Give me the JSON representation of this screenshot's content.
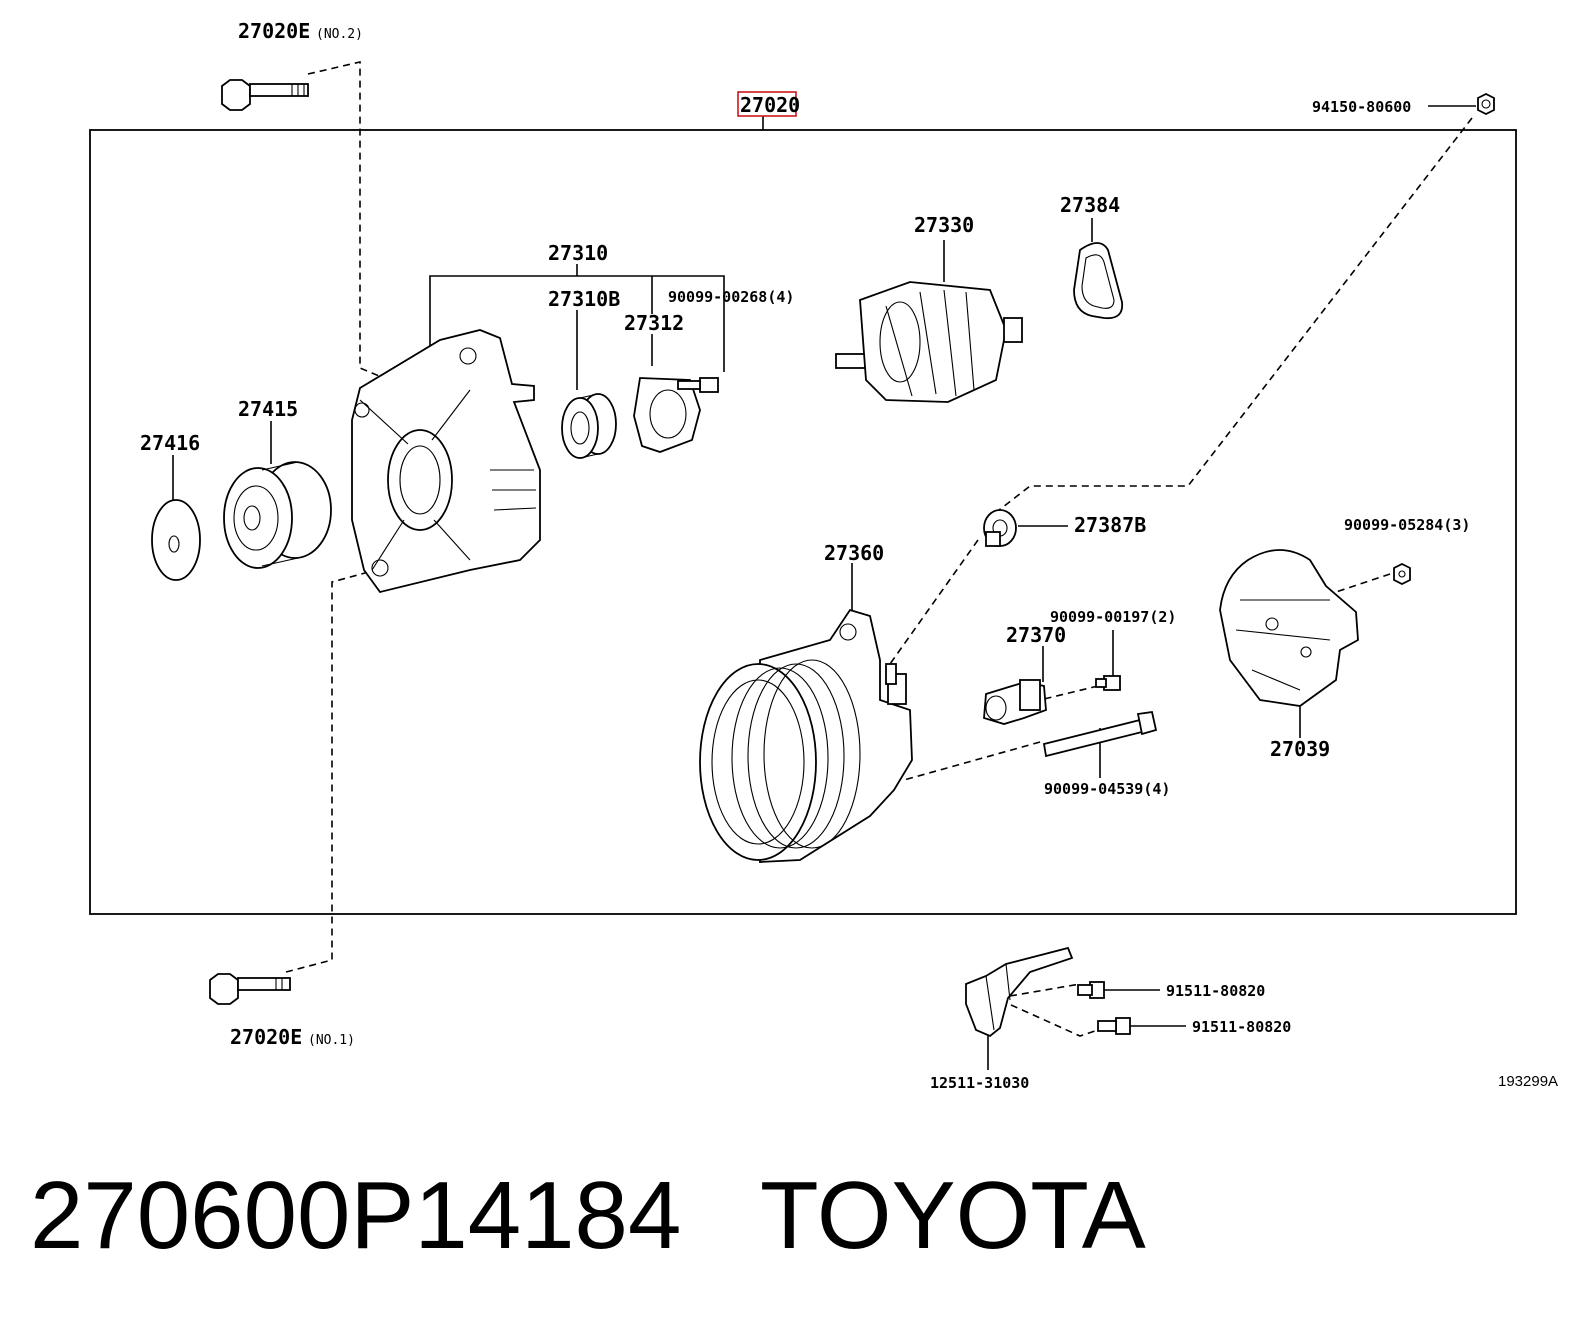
{
  "labels": {
    "assembly": "27020",
    "bolt_no2": "27020E",
    "bolt_no2_suffix": "(NO.2)",
    "bolt_no1": "27020E",
    "bolt_no1_suffix": "(NO.1)",
    "nut_top": "94150-80600",
    "frame_drive": "27310",
    "frame_drive_sub": "27310B",
    "retainer": "27312",
    "screw_retainer": "90099-00268(4)",
    "rotor": "27330",
    "insulator": "27384",
    "pulley": "27415",
    "cap": "27416",
    "terminal": "27387B",
    "frame_rear": "27360",
    "nut_cover": "90099-05284(3)",
    "screw_reg": "90099-00197(2)",
    "regulator": "27370",
    "rear_cover": "27039",
    "through_bolt": "90099-04539(4)",
    "bracket_bolt_1": "91511-80820",
    "bracket_bolt_2": "91511-80820",
    "bracket": "12511-31030",
    "diagram_ref": "193299A"
  },
  "footer": {
    "part_number": "270600P14184",
    "brand": "TOYOTA"
  }
}
